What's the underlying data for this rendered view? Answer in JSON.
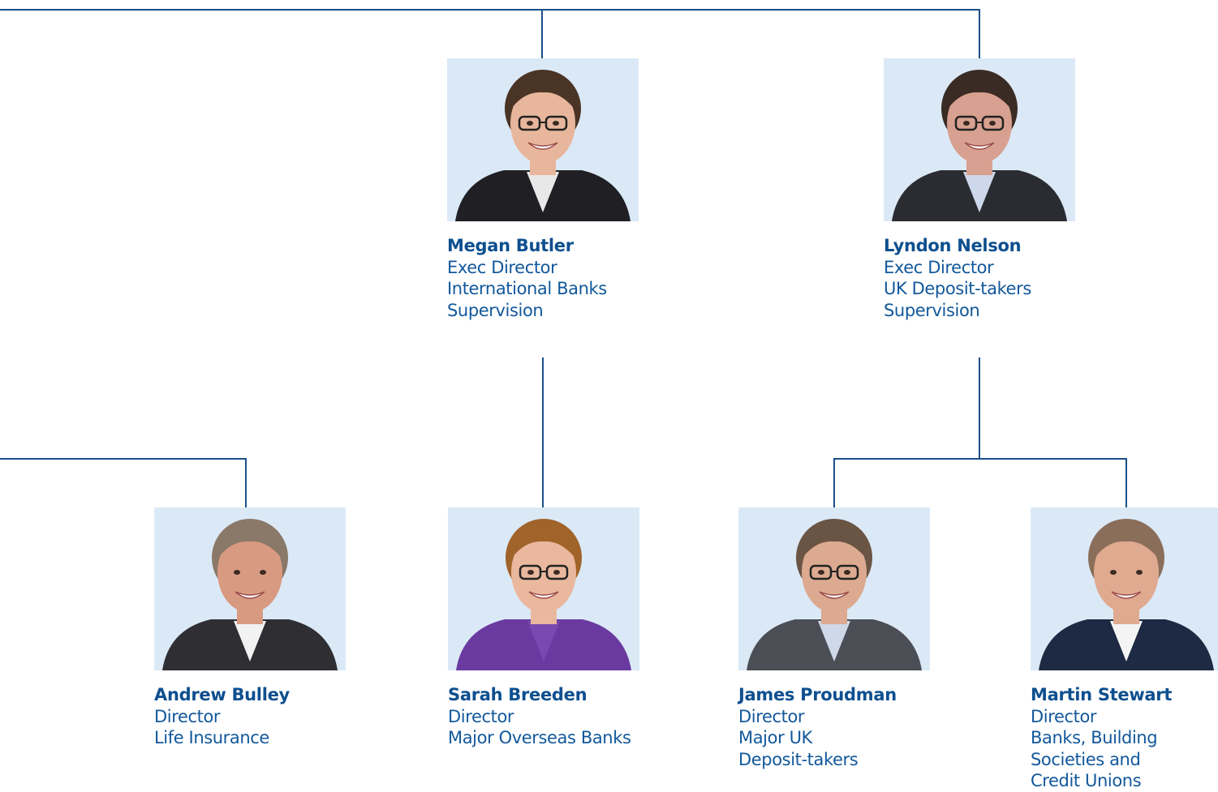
{
  "people": [
    {
      "id": "megan",
      "name": "Megan Butler",
      "lines": [
        "Exec Director",
        "International Banks",
        "Supervision"
      ],
      "photo": {
        "hair": "#4a3425",
        "skin": "#e8b69c",
        "jacket": "#1f1f24",
        "shirt": "#e8e8e8",
        "glasses": true
      }
    },
    {
      "id": "lyndon",
      "name": "Lyndon Nelson",
      "lines": [
        "Exec Director",
        "UK Deposit-takers",
        "Supervision"
      ],
      "photo": {
        "hair": "#3a2c24",
        "skin": "#d8a090",
        "jacket": "#2a2c32",
        "shirt": "#cdd8ea",
        "glasses": true
      }
    },
    {
      "id": "andrew",
      "name": "Andrew Bulley",
      "lines": [
        "Director",
        "Life Insurance"
      ],
      "photo": {
        "hair": "#8a7868",
        "skin": "#d99a82",
        "jacket": "#2e2e33",
        "shirt": "#f2f2f2",
        "glasses": false
      }
    },
    {
      "id": "sarah",
      "name": "Sarah Breeden",
      "lines": [
        "Director",
        "Major Overseas Banks"
      ],
      "photo": {
        "hair": "#a0632a",
        "skin": "#eab89e",
        "jacket": "#6a3aa0",
        "shirt": "#7a48b0",
        "glasses": true
      }
    },
    {
      "id": "james",
      "name": "James Proudman",
      "lines": [
        "Director",
        "Major UK",
        "Deposit-takers"
      ],
      "photo": {
        "hair": "#6a5444",
        "skin": "#dcaa90",
        "jacket": "#4c4e56",
        "shirt": "#cfd8e8",
        "glasses": true
      }
    },
    {
      "id": "martin",
      "name": "Martin Stewart",
      "lines": [
        "Director",
        "Banks, Building",
        "Societies and",
        "Credit Unions"
      ],
      "photo": {
        "hair": "#8a6e5a",
        "skin": "#e0aa90",
        "jacket": "#1e2a44",
        "shirt": "#f4f4f4",
        "glasses": false
      }
    }
  ]
}
